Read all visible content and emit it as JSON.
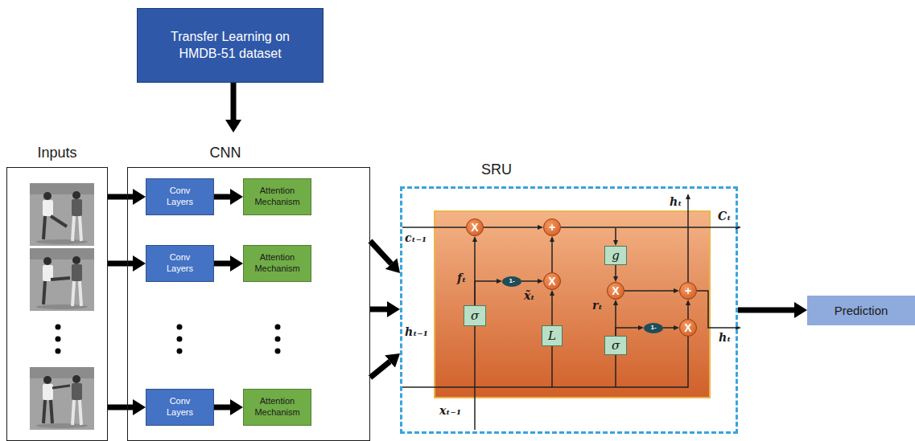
{
  "diagram": {
    "nodes": [
      {
        "text": [
          "Transfer Learning on HMDB-51 dataset"
        ]
      },
      {
        "text": [
          "Inputs"
        ]
      },
      {
        "text": [
          "CNN"
        ]
      },
      {
        "text": [
          "Conv Layers"
        ],
        "in": 2
      },
      {
        "text": [
          "Attention Mechanism"
        ],
        "in": 2
      },
      {
        "text": [
          "Conv Layers"
        ],
        "in": 2
      },
      {
        "text": [
          "Attention Mechanism"
        ],
        "in": 2
      },
      {
        "text": [
          "Conv Layers"
        ],
        "in": 2
      },
      {
        "text": [
          "Attention Mechanism"
        ],
        "in": 2
      },
      {
        "text": [
          "SRU"
        ]
      },
      {
        "text": [
          "X"
        ],
        "in": 9
      },
      {
        "text": [
          "+"
        ],
        "in": 9
      },
      {
        "text": [
          "g"
        ],
        "in": 9
      },
      {
        "text": [
          "1-"
        ],
        "in": 9
      },
      {
        "text": [
          "X"
        ],
        "in": 9
      },
      {
        "text": [
          "X"
        ],
        "in": 9
      },
      {
        "text": [
          "+"
        ],
        "in": 9
      },
      {
        "text": [
          "σ"
        ],
        "in": 9
      },
      {
        "text": [
          "1-"
        ],
        "in": 9
      },
      {
        "text": [
          "X"
        ],
        "in": 9
      },
      {
        "text": [
          "L"
        ],
        "in": 9
      },
      {
        "text": [
          "σ"
        ],
        "in": 9
      },
      {
        "text": [
          "Prediction"
        ]
      }
    ],
    "edges": [
      {
        "from": 0,
        "to": 2,
        "arrow": "to"
      },
      {
        "from": 1,
        "to": 3,
        "arrow": "to"
      },
      {
        "from": 3,
        "to": 4,
        "arrow": "to"
      },
      {
        "from": 1,
        "to": 5,
        "arrow": "to"
      },
      {
        "from": 5,
        "to": 6,
        "arrow": "to"
      },
      {
        "from": 1,
        "to": 7,
        "arrow": "to"
      },
      {
        "from": 7,
        "to": 8,
        "arrow": "to"
      },
      {
        "from": 2,
        "to": 9,
        "arrow": "to"
      },
      {
        "from": 2,
        "to": 9,
        "arrow": "to"
      },
      {
        "from": 2,
        "to": 9,
        "arrow": "to"
      },
      {
        "from": 9,
        "to": 22,
        "arrow": "to"
      },
      {
        "from": 10,
        "to": 11,
        "arrow": "to"
      },
      {
        "from": 17,
        "to": 10,
        "arrow": "to"
      },
      {
        "from": 17,
        "to": 13,
        "arrow": "to"
      },
      {
        "from": 13,
        "to": 14,
        "arrow": "to"
      },
      {
        "from": 14,
        "to": 11,
        "arrow": "to"
      },
      {
        "from": 20,
        "to": 14,
        "arrow": "to"
      },
      {
        "from": 11,
        "to": 12,
        "arrow": "to"
      },
      {
        "from": 12,
        "to": 15,
        "arrow": "to"
      },
      {
        "from": 21,
        "to": 15,
        "arrow": "to"
      },
      {
        "from": 21,
        "to": 18,
        "arrow": "to"
      },
      {
        "from": 18,
        "to": 19,
        "arrow": "to"
      },
      {
        "from": 15,
        "to": 16,
        "arrow": "to"
      },
      {
        "from": 19,
        "to": 16,
        "arrow": "to"
      }
    ],
    "labels": [
      "hₜ",
      "Cₜ",
      "cₜ₋₁",
      "fₜ",
      "x̃ₜ",
      "rₜ",
      "hₜ₋₁",
      "hₜ",
      "xₜ₋₁"
    ]
  }
}
